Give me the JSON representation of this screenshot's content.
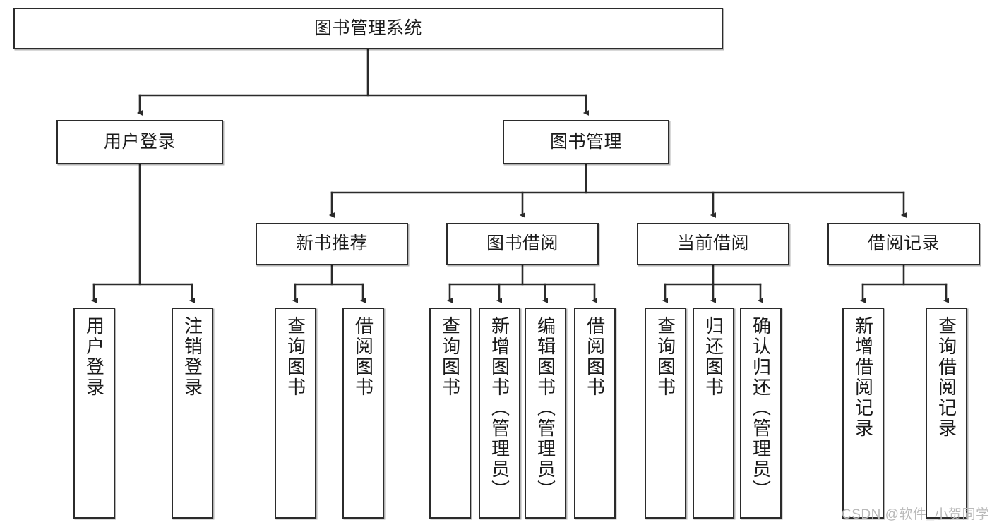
{
  "diagram": {
    "title": "图书管理系统",
    "type": "tree-hierarchy",
    "orientation": "top-down",
    "colors": {
      "box_border": "#2b2b2b",
      "box_fill": "#ffffff",
      "edge": "#2b2b2b",
      "text": "#1a1a1a",
      "watermark": "#b9b9b9",
      "background": "#ffffff"
    }
  },
  "nodes": {
    "root": {
      "label": "图书管理系统"
    },
    "level2": [
      {
        "id": "user_login",
        "label": "用户登录"
      },
      {
        "id": "book_manage",
        "label": "图书管理"
      }
    ],
    "level3": [
      {
        "id": "new_book_rec",
        "label": "新书推荐"
      },
      {
        "id": "book_borrow",
        "label": "图书借阅"
      },
      {
        "id": "current_borrow",
        "label": "当前借阅"
      },
      {
        "id": "borrow_record",
        "label": "借阅记录"
      }
    ],
    "leaves": {
      "user_login": [
        {
          "id": "leaf_user_login",
          "label": "用户登录"
        },
        {
          "id": "leaf_logout",
          "label": "注销登录"
        }
      ],
      "new_book_rec": [
        {
          "id": "leaf_query_book_1",
          "label": "查询图书"
        },
        {
          "id": "leaf_borrow_book_1",
          "label": "借阅图书"
        }
      ],
      "book_borrow": [
        {
          "id": "leaf_query_book_2",
          "label": "查询图书"
        },
        {
          "id": "leaf_add_book",
          "label": "新增图书（管理员）"
        },
        {
          "id": "leaf_edit_book",
          "label": "编辑图书（管理员）"
        },
        {
          "id": "leaf_borrow_book_2",
          "label": "借阅图书"
        }
      ],
      "current_borrow": [
        {
          "id": "leaf_query_book_3",
          "label": "查询图书"
        },
        {
          "id": "leaf_return_book",
          "label": "归还图书"
        },
        {
          "id": "leaf_confirm_return",
          "label": "确认归还（管理员）"
        }
      ],
      "borrow_record": [
        {
          "id": "leaf_add_record",
          "label": "新增借阅记录"
        },
        {
          "id": "leaf_query_record",
          "label": "查询借阅记录"
        }
      ]
    }
  },
  "watermark": {
    "text": "CSDN @软件_小贺同学"
  }
}
